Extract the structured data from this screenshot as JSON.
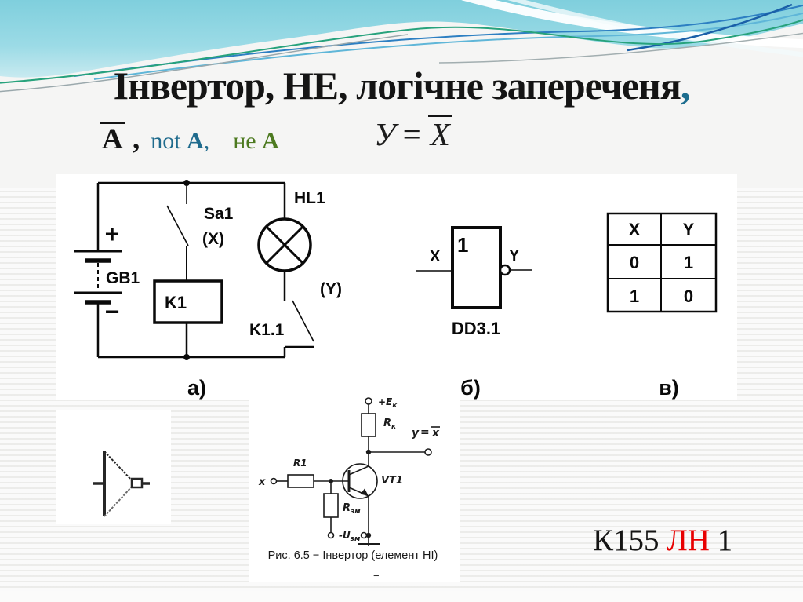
{
  "slide": {
    "title": {
      "text": "Інвертор, НЕ, логічне запереченя",
      "comma": ","
    },
    "synonyms": {
      "a_overlined": "A",
      "comma_after_a": " ,",
      "not_word": "not ",
      "not_letter": "A",
      "not_comma": ",",
      "ne_word": "не ",
      "ne_letter": "A"
    },
    "formula": {
      "lhs": "У",
      "equals": "=",
      "rhs_overlined": "X"
    },
    "chip": {
      "prefix": "К155 ",
      "series_red": "ЛН",
      "suffix": " 1"
    },
    "colors": {
      "banner_cyan": "#86d1de",
      "title_comma_teal": "#1d6d8e",
      "not_teal": "#1f6b8d",
      "ne_green": "#4d7a20",
      "chip_red": "#e80000"
    }
  },
  "figure_main": {
    "circuit_a": {
      "plus": "+",
      "minus": "−",
      "battery": "GB1",
      "switch": "Sa1",
      "switch_signal": "(X)",
      "relay": "K1",
      "lamp": "HL1",
      "lamp_signal": "(Y)",
      "contact": "K1.1",
      "caption": "а)"
    },
    "gate_b": {
      "function": "1",
      "input": "X",
      "output": "Y",
      "ref": "DD3.1",
      "caption": "б)"
    },
    "truth_table": {
      "headers": [
        "X",
        "Y"
      ],
      "rows": [
        [
          "0",
          "1"
        ],
        [
          "1",
          "0"
        ]
      ],
      "caption": "в)"
    }
  },
  "figure_transistor": {
    "supply_base": "+E",
    "supply_sub": "к",
    "rc_base": "R",
    "rc_sub": "к",
    "out_lhs": "y",
    "out_eq": "=",
    "out_rhs": "x",
    "vt": "VT1",
    "r1": "R1",
    "x_in": "x",
    "rb_base": "R",
    "rb_sub": "зм",
    "ub_base": "-U",
    "ub_sub": "зм",
    "caption": "Рис. 6.5 −  Інвертор (елемент НІ)",
    "dash": "−"
  }
}
